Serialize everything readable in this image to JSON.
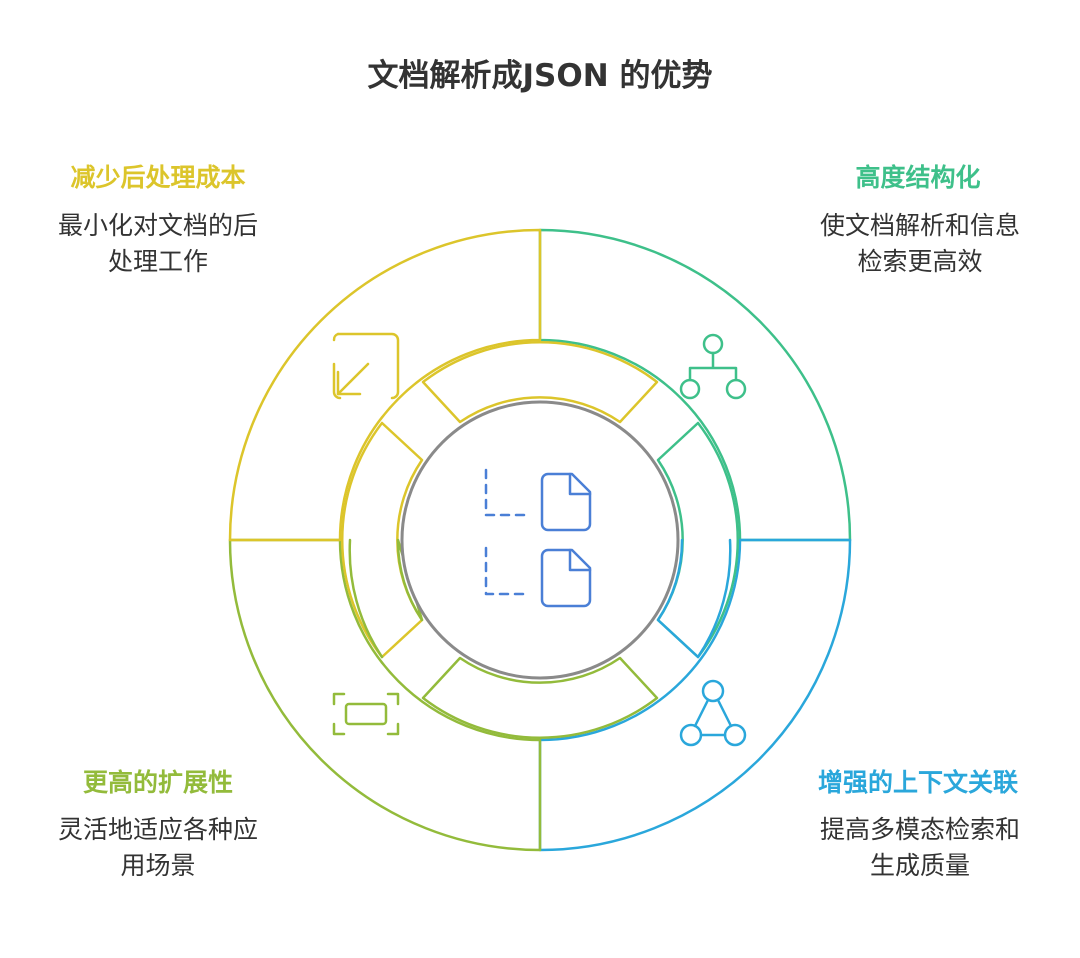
{
  "title": "文档解析成JSON 的优势",
  "colors": {
    "yellow": "#DCC52B",
    "green": "#3EC08A",
    "blue": "#2AA7DB",
    "olive": "#93BB3B",
    "center_stroke": "#8A8A8A",
    "doc_icon": "#4A7FD6"
  },
  "quadrants": [
    {
      "position": "top-left",
      "heading": "减少后处理成本",
      "desc_lines": [
        "最小化对文档的后",
        "处理工作"
      ],
      "icon": "resize-arrow-icon",
      "color": "#DCC52B"
    },
    {
      "position": "top-right",
      "heading": "高度结构化",
      "desc_lines": [
        "使文档解析和信息",
        "检索更高效"
      ],
      "icon": "hierarchy-tree-icon",
      "color": "#3EC08A"
    },
    {
      "position": "bottom-right",
      "heading": "增强的上下文关联",
      "desc_lines": [
        "提高多模态检索和",
        "生成质量"
      ],
      "icon": "network-triangle-icon",
      "color": "#2AA7DB"
    },
    {
      "position": "bottom-left",
      "heading": "更高的扩展性",
      "desc_lines": [
        "灵活地适应各种应",
        "用场景"
      ],
      "icon": "expand-frame-icon",
      "color": "#93BB3B"
    }
  ],
  "center_icon": "document-tree-icon"
}
